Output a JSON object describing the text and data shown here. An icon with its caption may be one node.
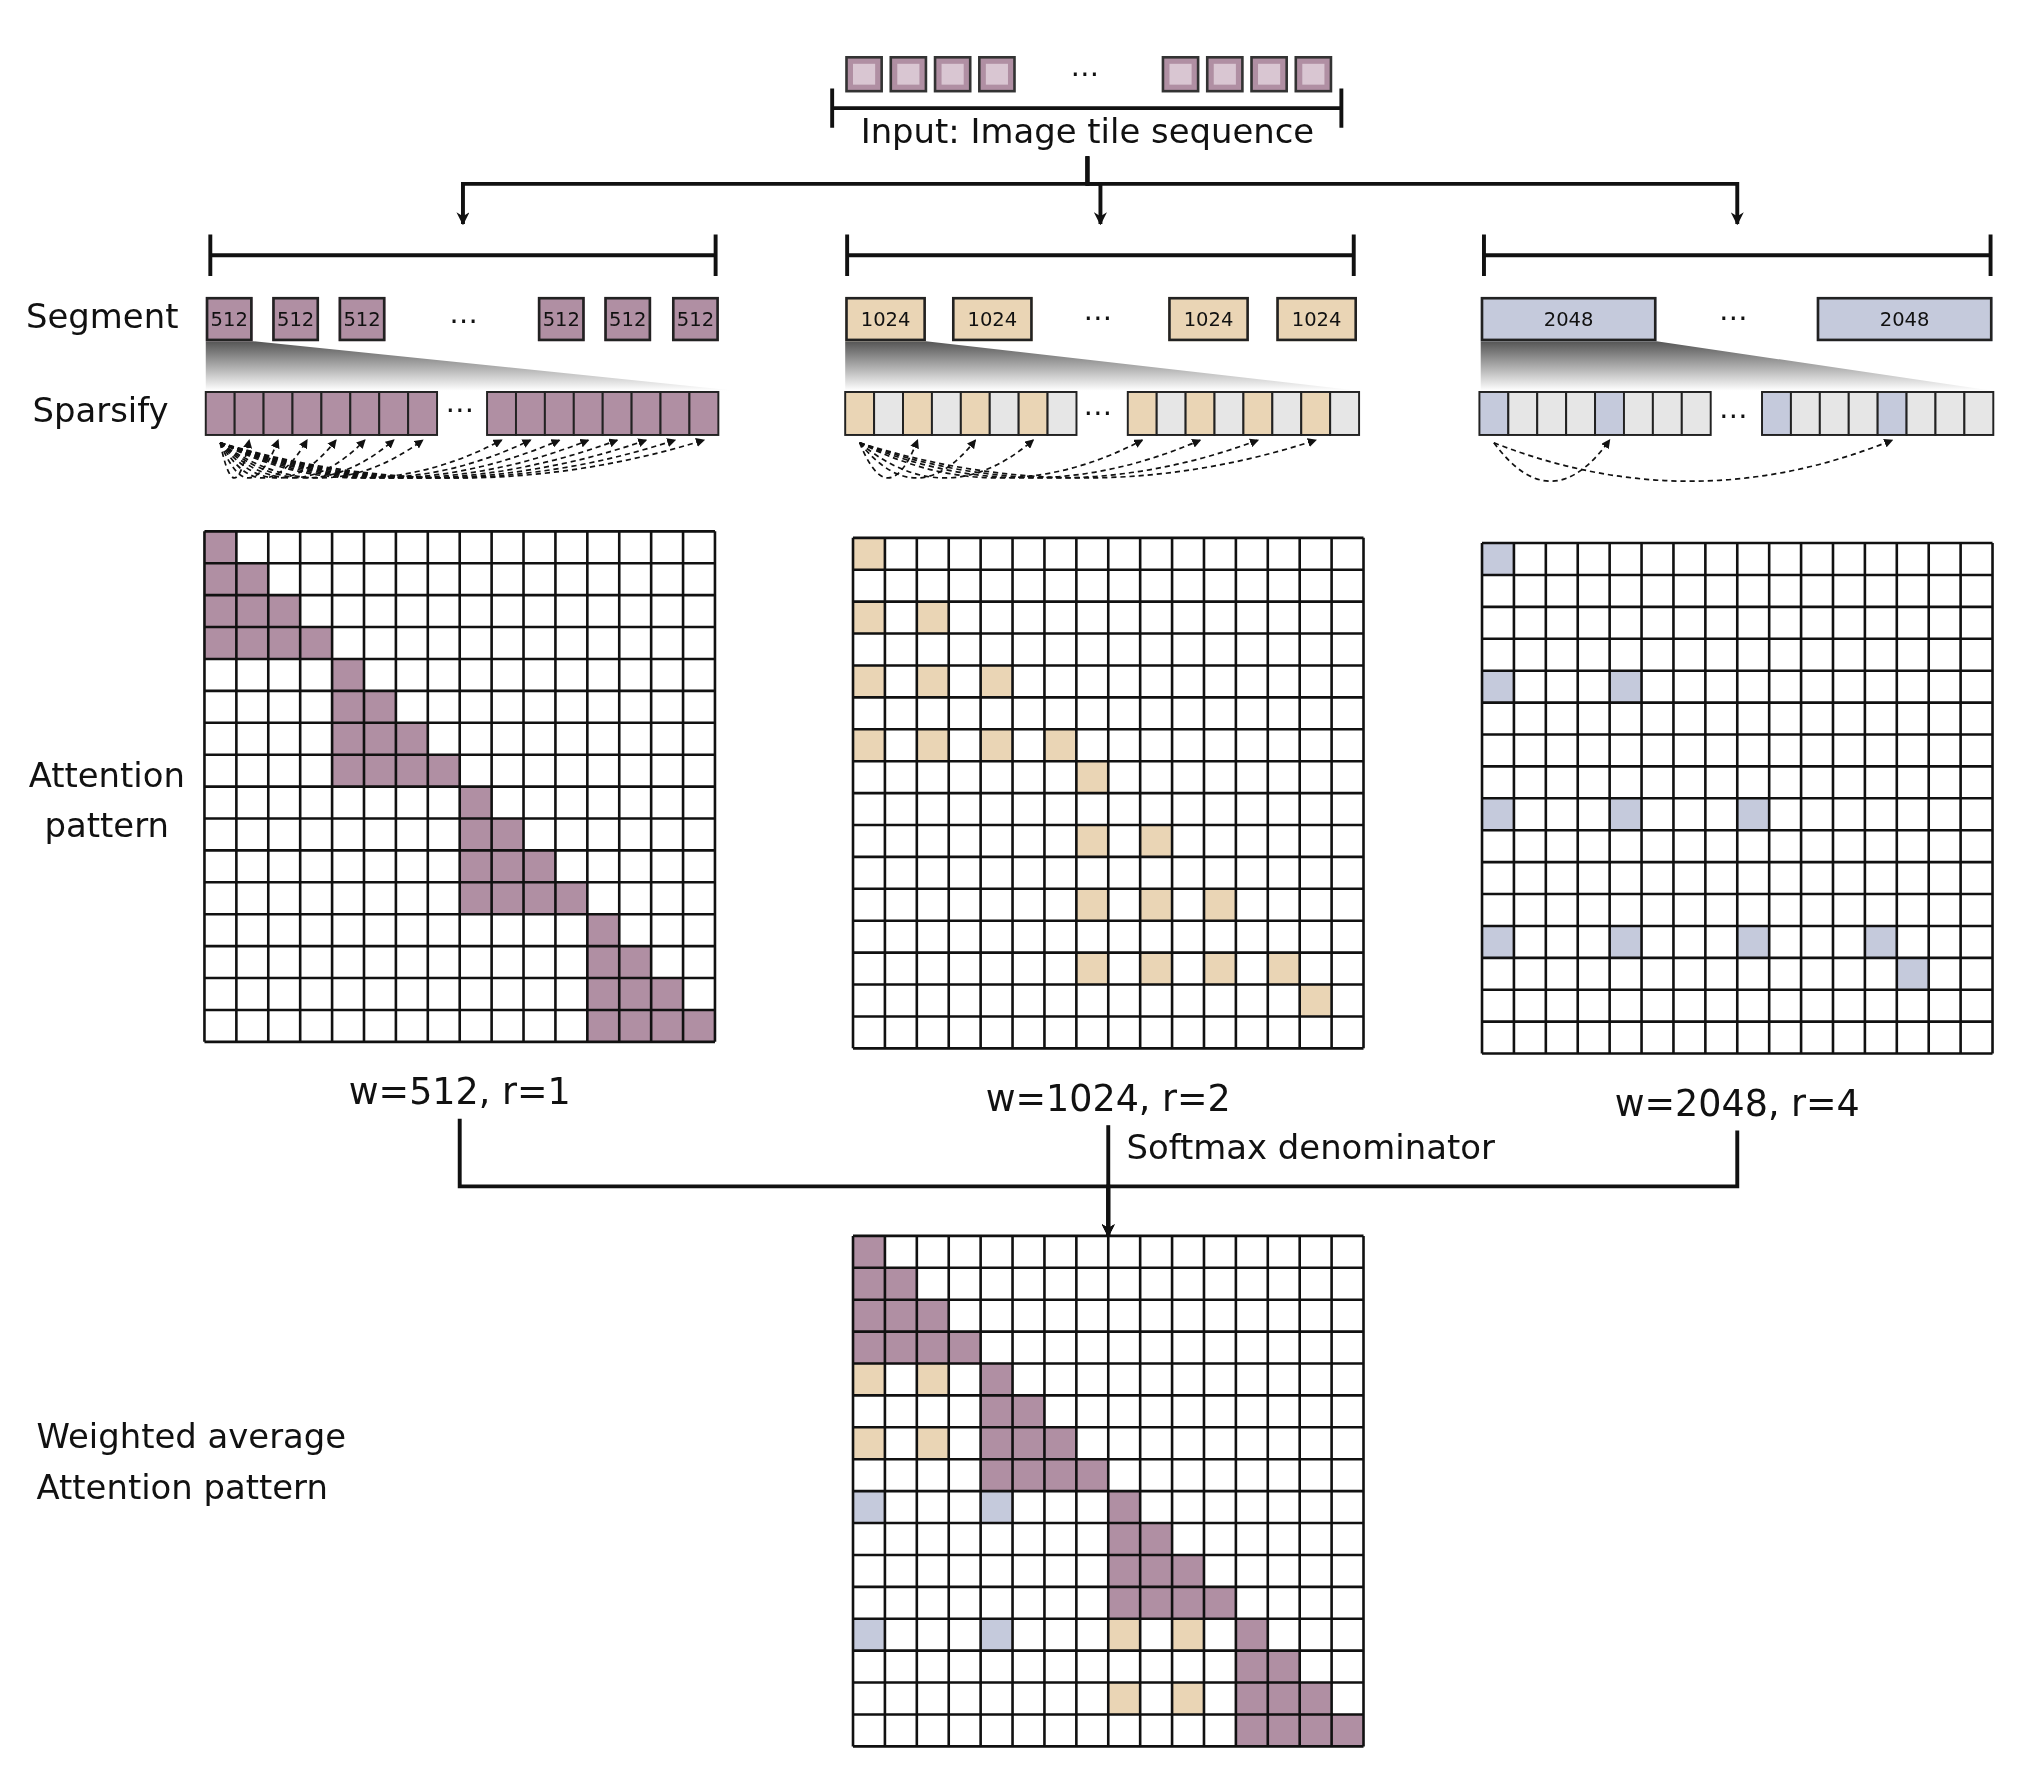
{
  "diagram": {
    "nodes": [
      {
        "text": [
          "Input: Image tile sequence"
        ]
      },
      {
        "text": [],
        "shape": "bracket"
      },
      {
        "text": [],
        "shape": "bracket"
      },
      {
        "text": [],
        "shape": "bracket"
      },
      {
        "text": [
          "512"
        ]
      },
      {
        "text": [
          "512"
        ]
      },
      {
        "text": [
          "512"
        ]
      },
      {
        "text": [
          "512"
        ]
      },
      {
        "text": [
          "512"
        ]
      },
      {
        "text": [
          "512"
        ]
      },
      {
        "text": [
          "1024"
        ]
      },
      {
        "text": [
          "1024"
        ]
      },
      {
        "text": [
          "1024"
        ]
      },
      {
        "text": [
          "1024"
        ]
      },
      {
        "text": [
          "2048"
        ]
      },
      {
        "text": [
          "2048"
        ]
      },
      {
        "text": [],
        "shape": "grid",
        "beside": [
          "w=512, r=1"
        ]
      },
      {
        "text": [],
        "shape": "grid",
        "beside": [
          "w=1024, r=2"
        ]
      },
      {
        "text": [],
        "shape": "grid",
        "beside": [
          "w=2048, r=4"
        ]
      },
      {
        "text": [],
        "shape": "grid"
      }
    ],
    "edges": [
      {
        "from": 0,
        "to": 1,
        "arrow": "to"
      },
      {
        "from": 0,
        "to": 2,
        "arrow": "to"
      },
      {
        "from": 0,
        "to": 3,
        "arrow": "to"
      },
      {
        "from": 16,
        "to": 19,
        "arrow": "to"
      },
      {
        "from": 17,
        "to": 19,
        "label": "Softmax denominator",
        "arrow": "to"
      },
      {
        "from": 18,
        "to": 19,
        "arrow": "to"
      }
    ],
    "labels": [
      "…",
      "Segment",
      "…",
      "…",
      "…",
      "Sparsify",
      "…",
      "…",
      "…",
      "Attention pattern",
      "Weighted average Attention pattern"
    ]
  }
}
